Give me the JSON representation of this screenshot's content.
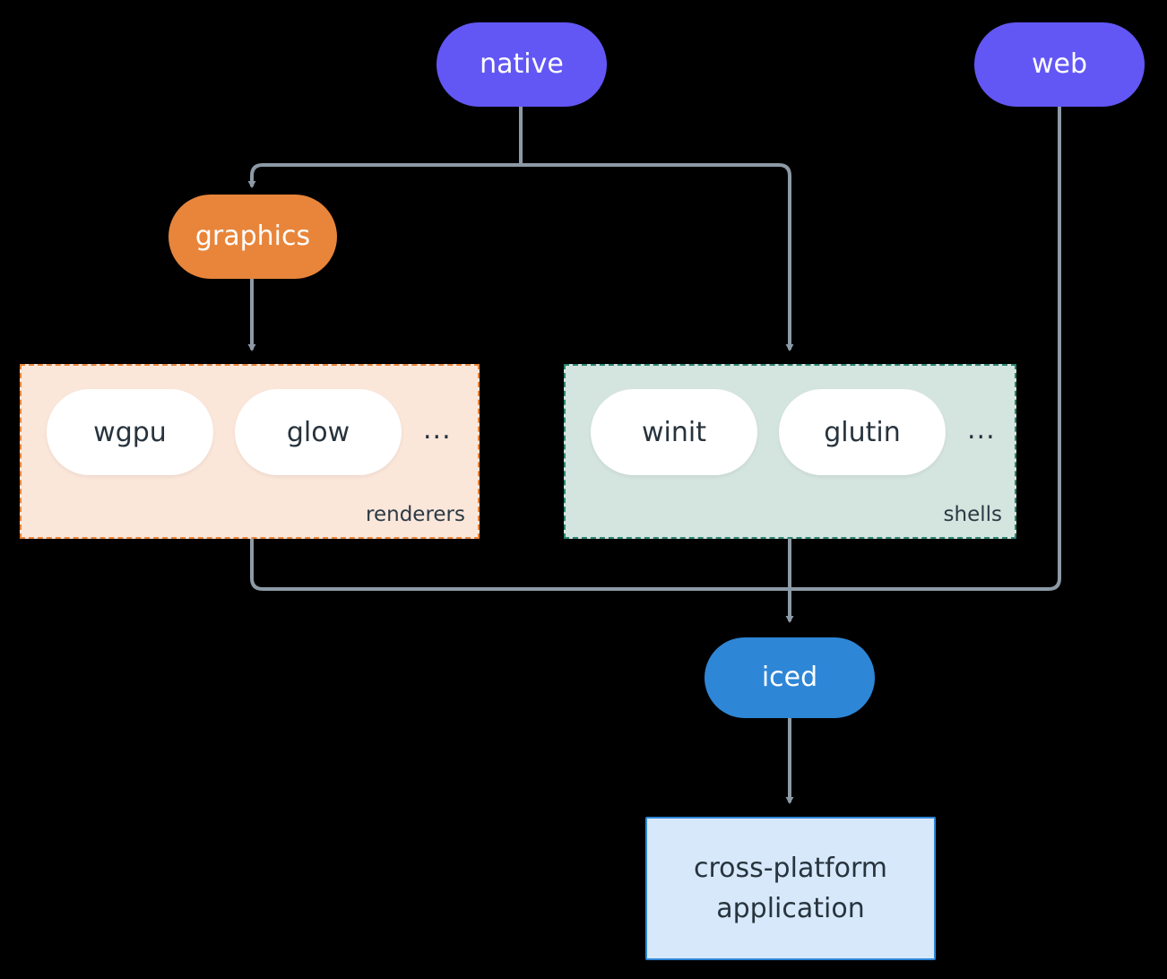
{
  "diagram": {
    "type": "flowchart",
    "background": "#000000",
    "edge_color": "#8d9aa6",
    "nodes": {
      "native": {
        "label": "native",
        "shape": "pill",
        "color": "#6257f5",
        "text_color": "#ffffff"
      },
      "web": {
        "label": "web",
        "shape": "pill",
        "color": "#6257f5",
        "text_color": "#ffffff"
      },
      "graphics": {
        "label": "graphics",
        "shape": "pill",
        "color": "#e8853a",
        "text_color": "#ffffff"
      },
      "iced": {
        "label": "iced",
        "shape": "pill",
        "color": "#2e86d6",
        "text_color": "#ffffff"
      },
      "app": {
        "label_line1": "cross-platform",
        "label_line2": "application",
        "shape": "rect",
        "color": "#d6e8fa",
        "border_color": "#2e86d6",
        "text_color": "#27333d"
      }
    },
    "clusters": [
      {
        "id": "renderers",
        "label": "renderers",
        "background": "#fbe6da",
        "border_color": "#e8853a",
        "border_style": "dashed",
        "items": [
          "wgpu",
          "glow"
        ],
        "overflow": "..."
      },
      {
        "id": "shells",
        "label": "shells",
        "background": "#d4e4de",
        "border_color": "#2c8573",
        "border_style": "dashed",
        "items": [
          "winit",
          "glutin"
        ],
        "overflow": "..."
      }
    ],
    "edges": [
      {
        "from": "native",
        "to": "graphics",
        "arrow": true
      },
      {
        "from": "native",
        "to": "shells",
        "arrow": true
      },
      {
        "from": "graphics",
        "to": "renderers",
        "arrow": true
      },
      {
        "from": "renderers",
        "to": "iced",
        "arrow": true
      },
      {
        "from": "shells",
        "to": "iced",
        "arrow": true
      },
      {
        "from": "web",
        "to": "iced",
        "arrow": true
      }
    ]
  }
}
